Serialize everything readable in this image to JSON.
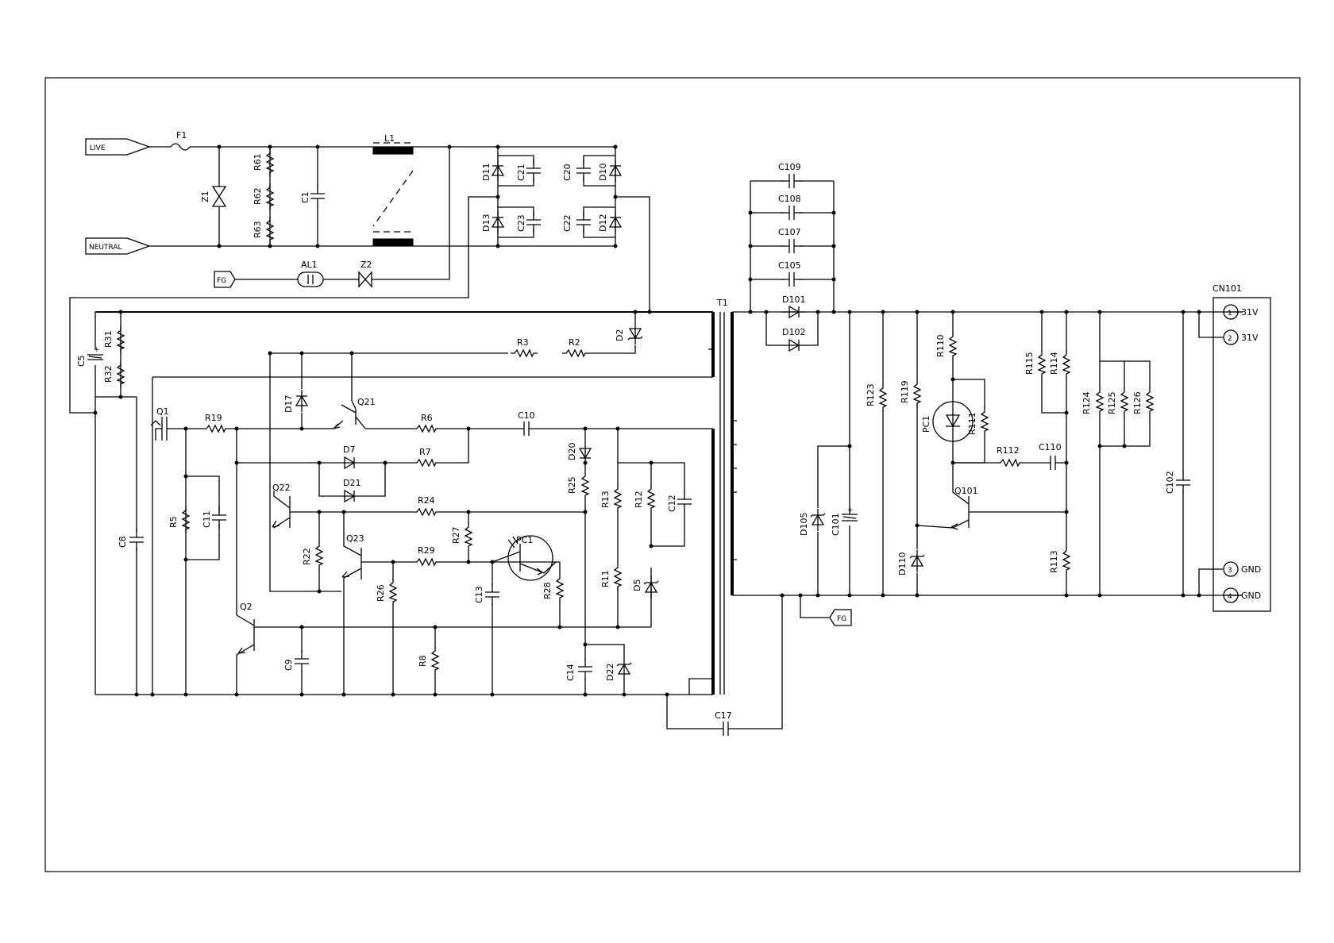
{
  "labels": {
    "live": "LIVE",
    "neutral": "NEUTRAL",
    "fg1": "FG",
    "fg2": "FG",
    "F1": "F1",
    "Z1": "Z1",
    "R61": "R61",
    "R62": "R62",
    "R63": "R63",
    "C1": "C1",
    "L1": "L1",
    "AL1": "AL1",
    "Z2": "Z2",
    "D11": "D11",
    "C21": "C21",
    "D13": "D13",
    "C23": "C23",
    "C20": "C20",
    "D10": "D10",
    "C22": "C22",
    "D12": "D12",
    "C5": "C5",
    "R31": "R31",
    "R32": "R32",
    "Q1": "Q1",
    "R19": "R19",
    "R3": "R3",
    "R2": "R2",
    "D2": "D2",
    "D17": "D17",
    "Q21": "Q21",
    "R6": "R6",
    "C10": "C10",
    "D7": "D7",
    "R7": "R7",
    "D21": "D21",
    "D20": "D20",
    "R25": "R25",
    "R13": "R13",
    "R12": "R12",
    "C12": "C12",
    "R5": "R5",
    "C11": "C11",
    "C8": "C8",
    "Q22": "Q22",
    "R24": "R24",
    "R22": "R22",
    "Q23": "Q23",
    "R27": "R27",
    "R29": "R29",
    "PC1a": "PC1",
    "R26": "R26",
    "C13": "C13",
    "R28": "R28",
    "R11": "R11",
    "D5": "D5",
    "Q2": "Q2",
    "C9": "C9",
    "R8": "R8",
    "C14": "C14",
    "D22": "D22",
    "T1": "T1",
    "C17": "C17",
    "C109": "C109",
    "C108": "C108",
    "C107": "C107",
    "C105": "C105",
    "D101": "D101",
    "D102": "D102",
    "R123": "R123",
    "D105": "D105",
    "C101": "C101",
    "R110": "R110",
    "R119": "R119",
    "PC1b": "PC1",
    "R111": "R111",
    "R112": "R112",
    "C110": "C110",
    "Q101": "Q101",
    "D110": "D110",
    "R115": "R115",
    "R114": "R114",
    "R113": "R113",
    "R124": "R124",
    "R125": "R125",
    "R126": "R126",
    "C102": "C102",
    "CN101": "CN101"
  },
  "connector": {
    "pins": [
      {
        "num": "1",
        "name": "31V"
      },
      {
        "num": "2",
        "name": "31V"
      },
      {
        "num": "3",
        "name": "GND"
      },
      {
        "num": "4",
        "name": "GND"
      }
    ]
  }
}
